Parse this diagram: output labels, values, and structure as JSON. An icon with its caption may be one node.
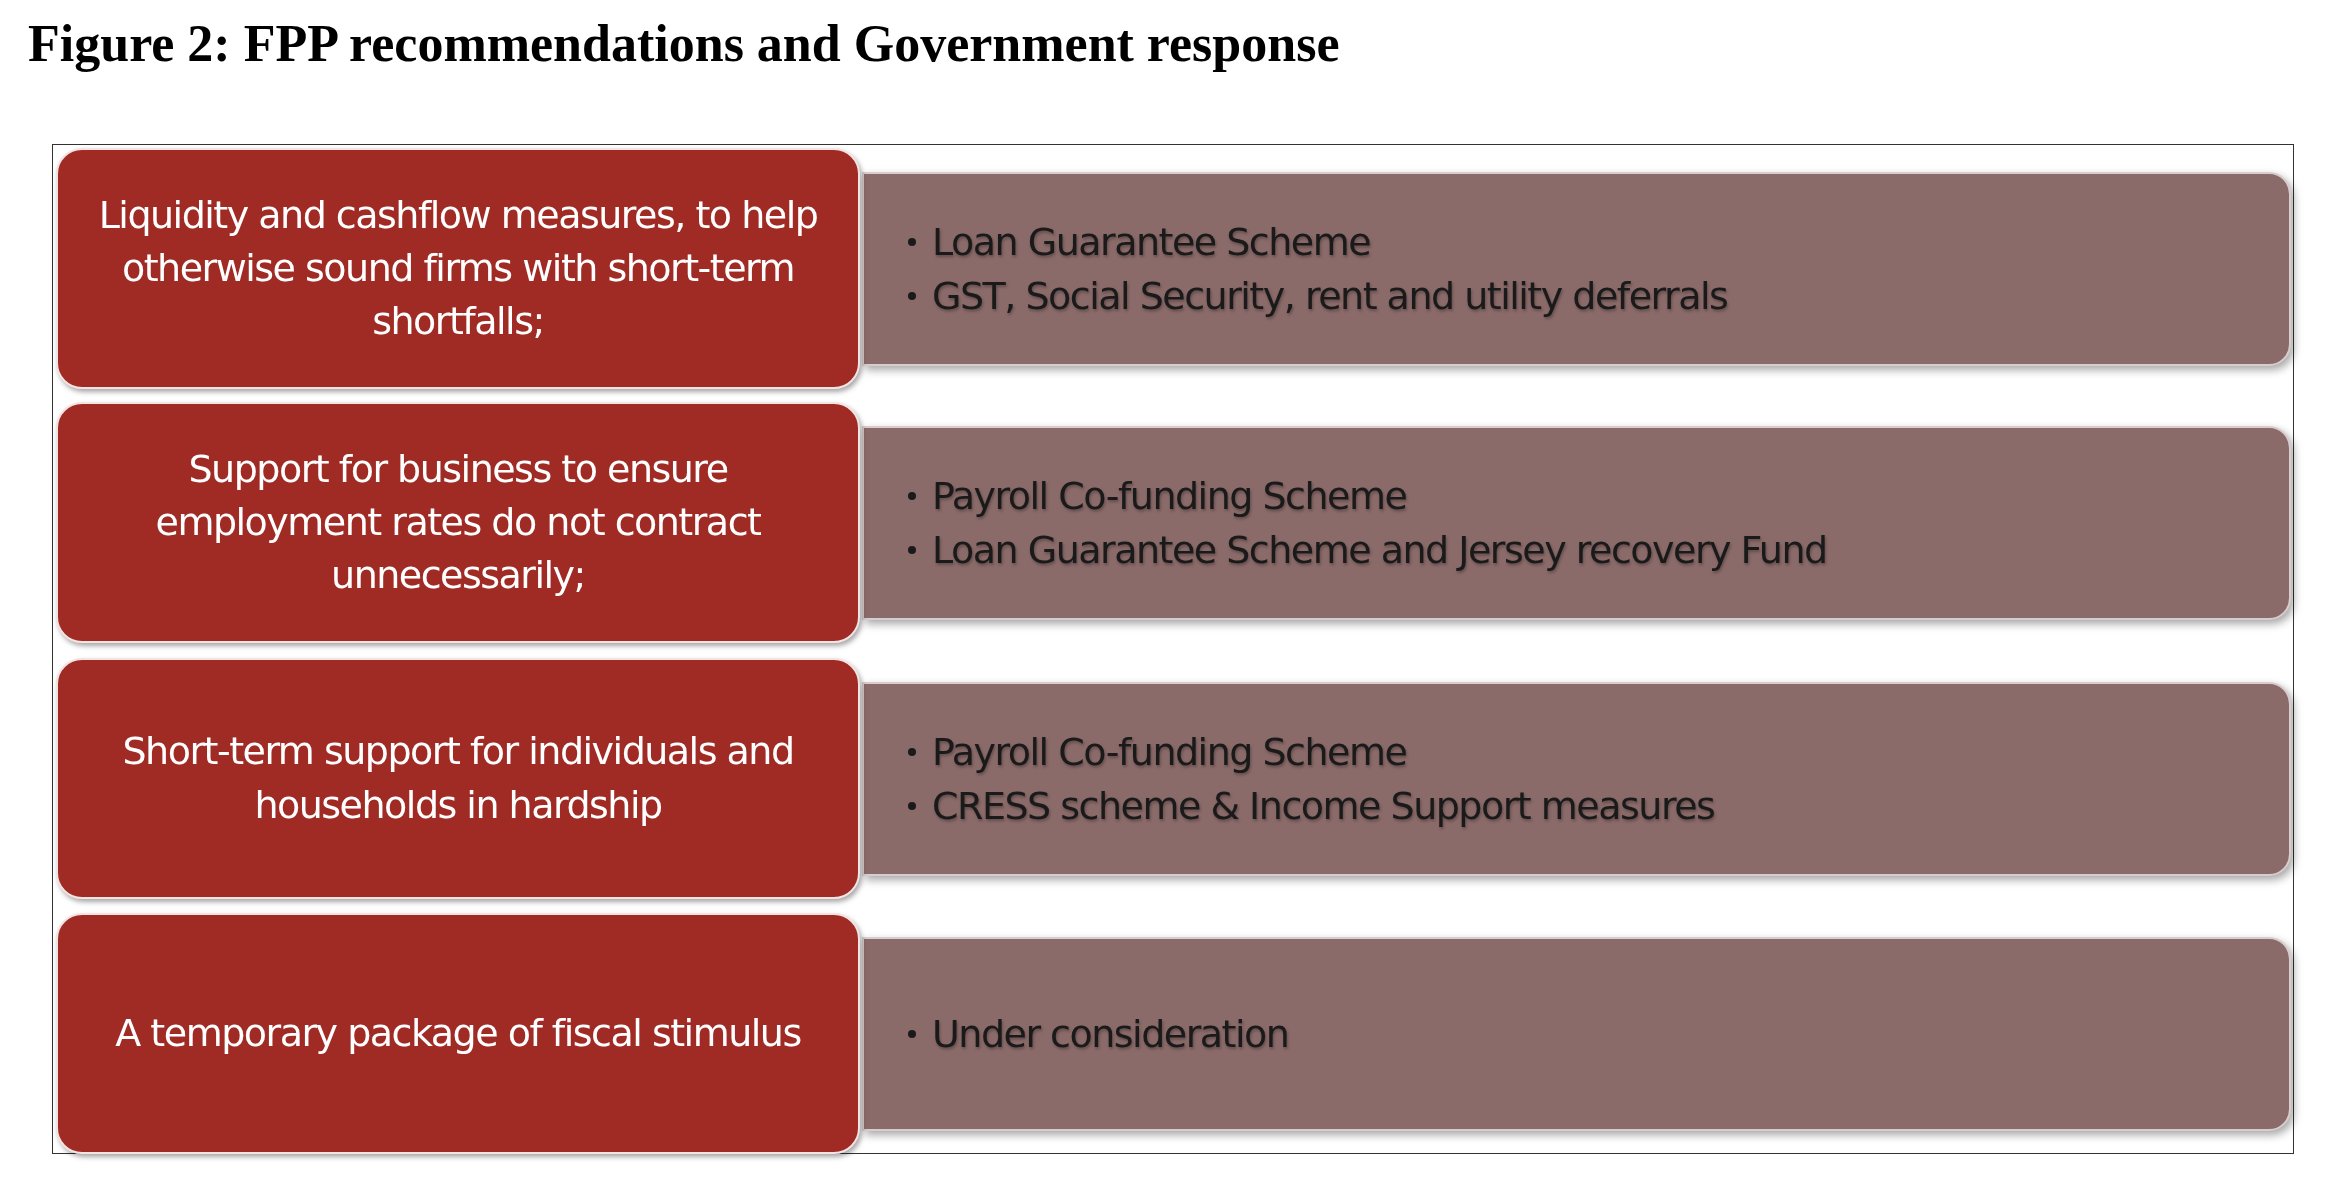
{
  "diagram": {
    "title": "Figure 2: FPP recommendations and Government response",
    "nodes": [
      {
        "text": [
          "Liquidity and cashflow measures, to help otherwise sound firms with short-term shortfalls;"
        ]
      },
      {
        "text": [
          "Loan Guarantee Scheme",
          "GST, Social Security, rent and utility deferrals"
        ]
      },
      {
        "text": [
          "Support for business to ensure employment rates do not contract unnecessarily;"
        ]
      },
      {
        "text": [
          "Payroll Co-funding Scheme",
          "Loan Guarantee Scheme and Jersey recovery Fund"
        ]
      },
      {
        "text": [
          "Short-term support for individuals and households in hardship"
        ]
      },
      {
        "text": [
          "Payroll Co-funding Scheme",
          "CRESS scheme & Income Support measures"
        ]
      },
      {
        "text": [
          "A temporary package of fiscal stimulus"
        ]
      },
      {
        "text": [
          "Under consideration"
        ]
      }
    ]
  }
}
